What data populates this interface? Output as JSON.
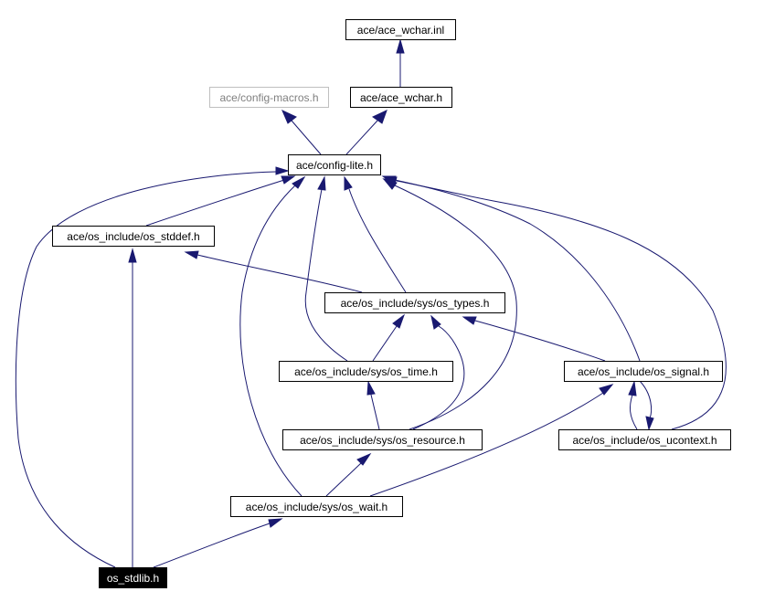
{
  "nodes": [
    {
      "id": "ace_wchar_inl",
      "label": "ace/ace_wchar.inl",
      "style": "normal"
    },
    {
      "id": "config_macros",
      "label": "ace/config-macros.h",
      "style": "gray"
    },
    {
      "id": "ace_wchar_h",
      "label": "ace/ace_wchar.h",
      "style": "normal"
    },
    {
      "id": "config_lite",
      "label": "ace/config-lite.h",
      "style": "normal"
    },
    {
      "id": "os_stddef",
      "label": "ace/os_include/os_stddef.h",
      "style": "normal"
    },
    {
      "id": "os_types",
      "label": "ace/os_include/sys/os_types.h",
      "style": "normal"
    },
    {
      "id": "os_time",
      "label": "ace/os_include/sys/os_time.h",
      "style": "normal"
    },
    {
      "id": "os_signal",
      "label": "ace/os_include/os_signal.h",
      "style": "normal"
    },
    {
      "id": "os_resource",
      "label": "ace/os_include/sys/os_resource.h",
      "style": "normal"
    },
    {
      "id": "os_ucontext",
      "label": "ace/os_include/os_ucontext.h",
      "style": "normal"
    },
    {
      "id": "os_wait",
      "label": "ace/os_include/sys/os_wait.h",
      "style": "normal"
    },
    {
      "id": "os_stdlib",
      "label": "os_stdlib.h",
      "style": "highlight"
    }
  ],
  "edges": [
    {
      "from": "ace_wchar_h",
      "to": "ace_wchar_inl"
    },
    {
      "from": "config_lite",
      "to": "config_macros"
    },
    {
      "from": "config_lite",
      "to": "ace_wchar_h"
    },
    {
      "from": "os_stddef",
      "to": "config_lite"
    },
    {
      "from": "os_types",
      "to": "config_lite"
    },
    {
      "from": "os_types",
      "to": "os_stddef"
    },
    {
      "from": "os_time",
      "to": "config_lite"
    },
    {
      "from": "os_time",
      "to": "os_types"
    },
    {
      "from": "os_signal",
      "to": "config_lite"
    },
    {
      "from": "os_signal",
      "to": "os_types"
    },
    {
      "from": "os_signal",
      "to": "os_ucontext"
    },
    {
      "from": "os_resource",
      "to": "config_lite"
    },
    {
      "from": "os_resource",
      "to": "os_types"
    },
    {
      "from": "os_resource",
      "to": "os_time"
    },
    {
      "from": "os_ucontext",
      "to": "config_lite"
    },
    {
      "from": "os_ucontext",
      "to": "os_signal"
    },
    {
      "from": "os_wait",
      "to": "config_lite"
    },
    {
      "from": "os_wait",
      "to": "os_signal"
    },
    {
      "from": "os_wait",
      "to": "os_resource"
    },
    {
      "from": "os_stdlib",
      "to": "config_lite"
    },
    {
      "from": "os_stdlib",
      "to": "os_stddef"
    },
    {
      "from": "os_stdlib",
      "to": "os_wait"
    }
  ]
}
